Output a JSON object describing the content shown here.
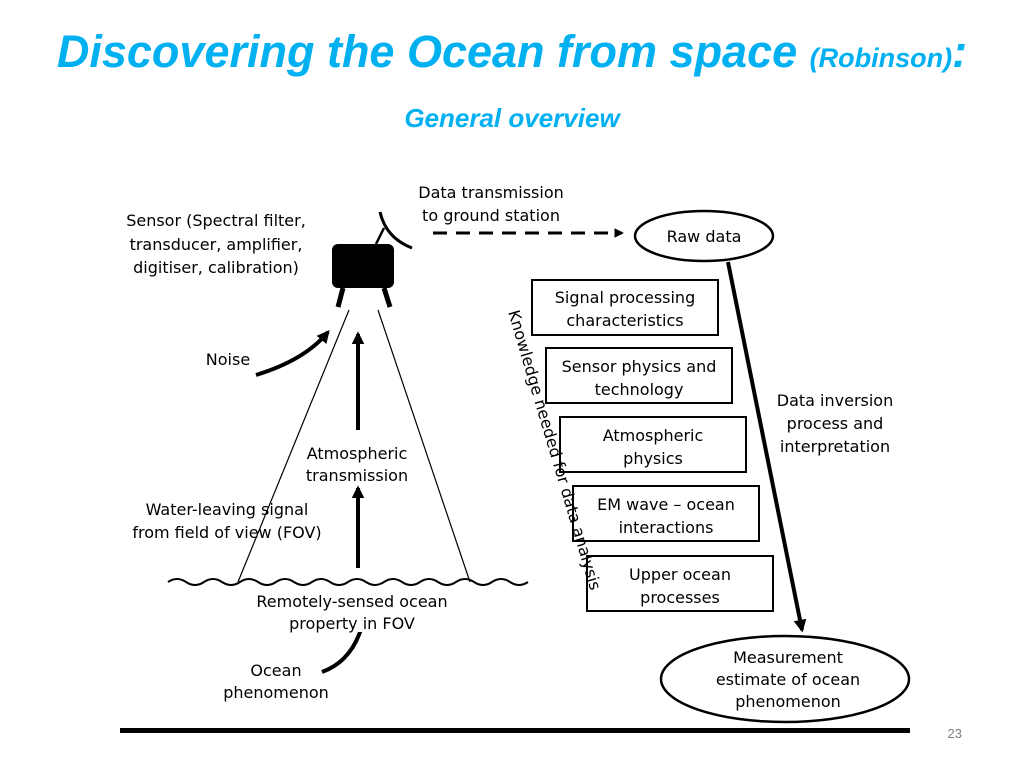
{
  "slide": {
    "title_main": "Discovering the Ocean from space",
    "title_credit": "(Robinson)",
    "title_colon": ":",
    "subtitle": "General overview",
    "page_number": "23",
    "accent_color": "#00b0f0"
  },
  "diagram": {
    "sensor_label": [
      "Sensor (Spectral filter,",
      "transducer, amplifier,",
      "digitiser, calibration)"
    ],
    "transmission_label": [
      "Data transmission",
      "to ground station"
    ],
    "raw_data": "Raw data",
    "noise": "Noise",
    "atmospheric_transmission": [
      "Atmospheric",
      "transmission"
    ],
    "water_leaving_signal": [
      "Water-leaving signal",
      "from field of view (FOV)"
    ],
    "remotely_sensed": [
      "Remotely-sensed ocean",
      "property  in FOV"
    ],
    "ocean_phenomenon": [
      "Ocean",
      "phenomenon"
    ],
    "knowledge_label": "Knowledge needed for data analysis",
    "knowledge_boxes": [
      [
        "Signal processing",
        "characteristics"
      ],
      [
        "Sensor physics and",
        "technology"
      ],
      [
        "Atmospheric",
        "physics"
      ],
      [
        "EM wave – ocean",
        "interactions"
      ],
      [
        "Upper ocean",
        "processes"
      ]
    ],
    "inversion_label": [
      "Data inversion",
      "process and",
      "interpretation"
    ],
    "measurement": [
      "Measurement",
      "estimate of ocean",
      "phenomenon"
    ]
  }
}
